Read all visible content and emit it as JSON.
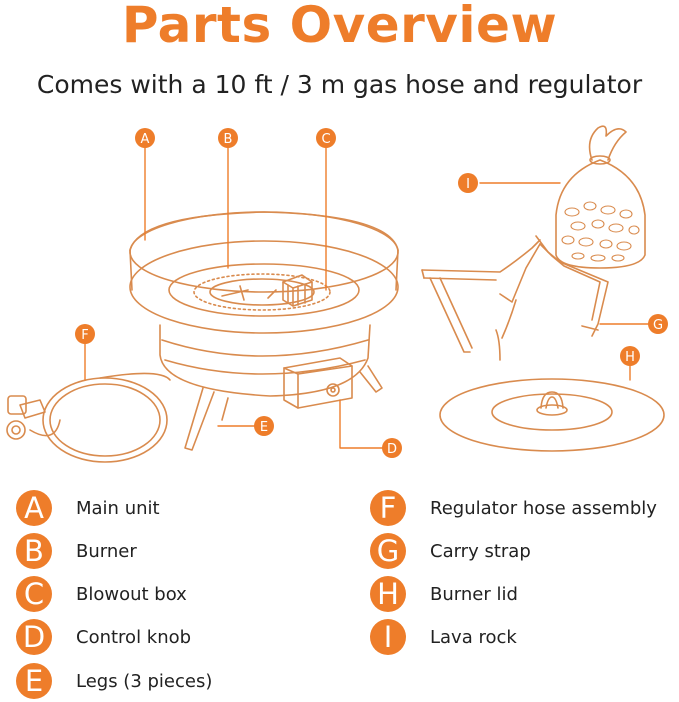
{
  "title": "Parts Overview",
  "subtitle": "Comes with a 10 ft / 3 m gas hose and regulator",
  "colors": {
    "accent": "#ee7d2a",
    "line": "#d98b4e",
    "text": "#222222"
  },
  "diagram_markers": {
    "a": "A",
    "b": "B",
    "c": "C",
    "d": "D",
    "e": "E",
    "f": "F",
    "g": "G",
    "h": "H",
    "i": "I"
  },
  "legend": [
    {
      "letter": "A",
      "label": "Main unit"
    },
    {
      "letter": "B",
      "label": "Burner"
    },
    {
      "letter": "C",
      "label": "Blowout box"
    },
    {
      "letter": "D",
      "label": "Control knob"
    },
    {
      "letter": "E",
      "label": "Legs (3 pieces)"
    },
    {
      "letter": "F",
      "label": "Regulator hose assembly"
    },
    {
      "letter": "G",
      "label": "Carry strap"
    },
    {
      "letter": "H",
      "label": "Burner lid"
    },
    {
      "letter": "I",
      "label": "Lava rock"
    }
  ]
}
